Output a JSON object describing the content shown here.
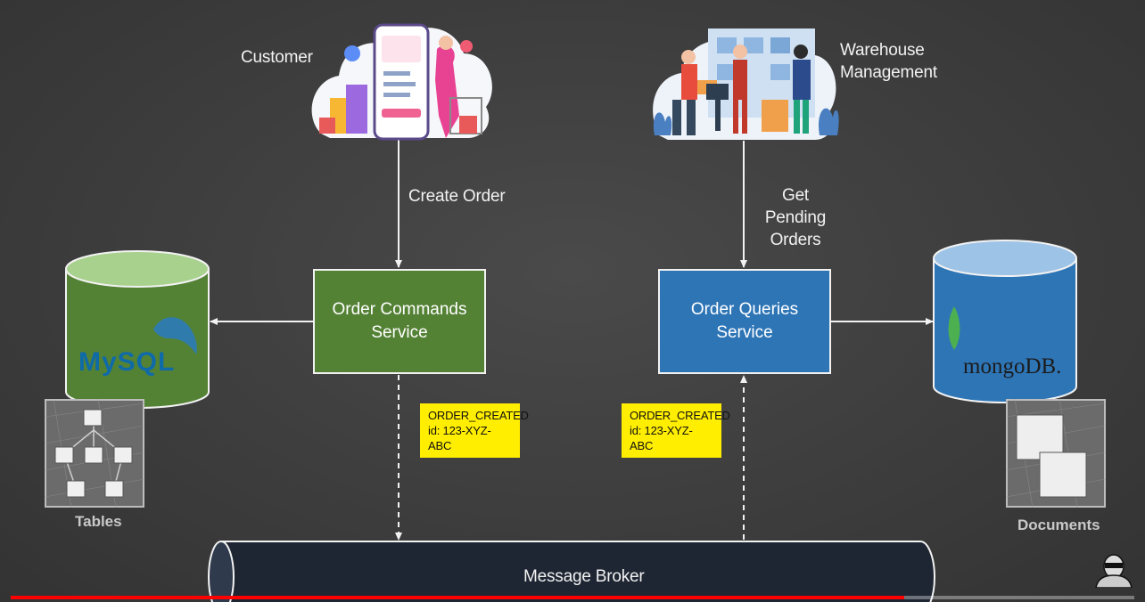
{
  "labels": {
    "customer": "Customer",
    "warehouse": "Warehouse\nManagement",
    "create_order": "Create Order",
    "get_pending": "Get Pending\nOrders",
    "tables": "Tables",
    "documents": "Documents"
  },
  "services": {
    "commands": "Order Commands\nService",
    "queries": "Order Queries\nService"
  },
  "databases": {
    "mysql_logo": "MySQL",
    "mongo_logo": "mongoDB."
  },
  "events": {
    "left": {
      "type": "ORDER_CREATED",
      "id": "id: 123-XYZ-ABC"
    },
    "right": {
      "type": "ORDER_CREATED",
      "id": "id: 123-XYZ-ABC"
    }
  },
  "broker": {
    "label": "Message Broker"
  },
  "progress": {
    "fraction": 0.795
  },
  "colors": {
    "mysql_green": "#548235",
    "mongo_blue": "#2e75b6",
    "event_yellow": "#ffee00",
    "broker_fill": "#1f2633",
    "progress_red": "#ff0000"
  }
}
